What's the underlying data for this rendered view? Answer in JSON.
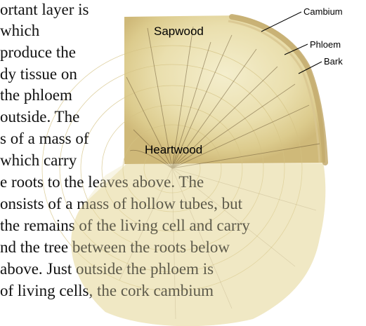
{
  "body_text": {
    "lines": [
      "ortant layer is",
      "which",
      "produce the",
      "dy tissue on",
      "the phloem",
      "outside. The",
      "s of a mass of",
      "which carry",
      "e roots to the leaves above. The",
      "onsists of a mass of hollow tubes, but",
      "the remains of the living cell and carry",
      "nd the tree between the roots below",
      "above. Just outside the phloem is",
      "of living cells, the cork cambium"
    ]
  },
  "diagram": {
    "labels": {
      "sapwood": "Sapwood",
      "heartwood": "Heartwood",
      "cambium": "Cambium",
      "phloem": "Phloem",
      "bark": "Bark"
    },
    "colors": {
      "wood_light": "#f1eac4",
      "wood_mid": "#e3d59b",
      "wood_dark": "#cdb775",
      "bark_edge": "#c4ad70",
      "crack": "#6e5a37",
      "leader_line": "#000000"
    }
  }
}
